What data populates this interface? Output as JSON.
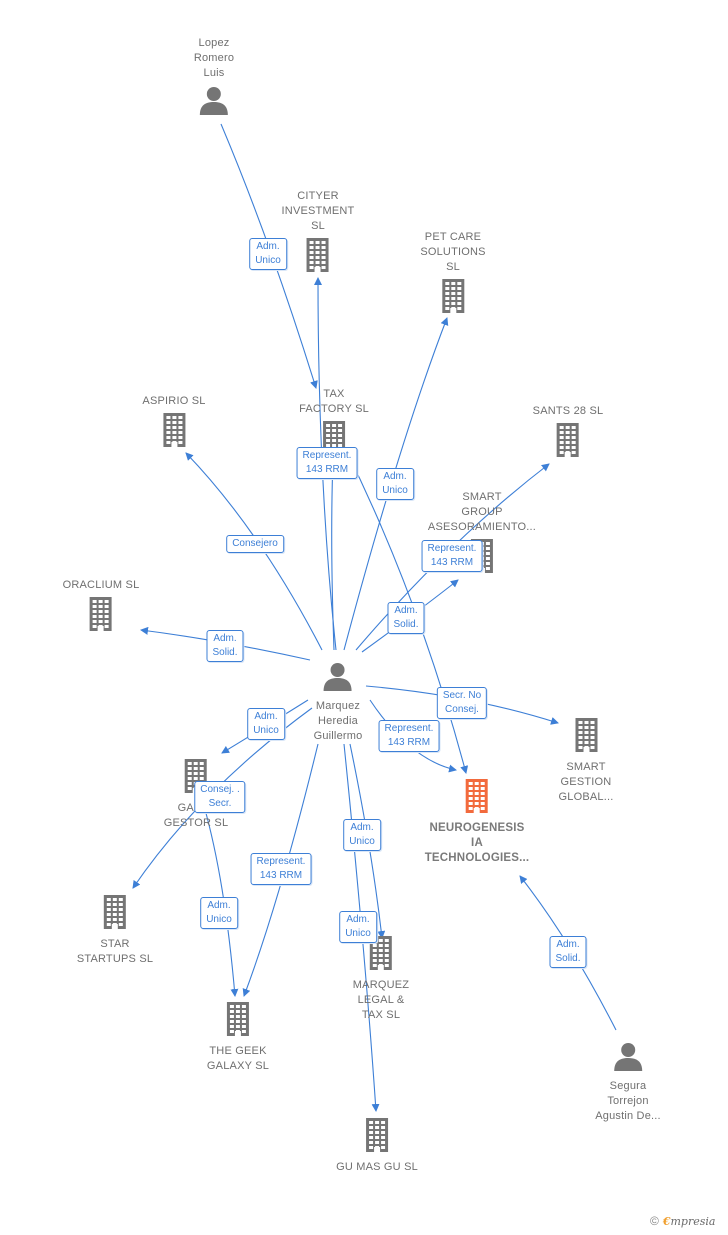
{
  "colors": {
    "edge": "#3d7fd6",
    "node_gray": "#757575",
    "highlight": "#f26a3d",
    "text": "#6f6f6f"
  },
  "icons": {
    "company": "building-icon",
    "person": "person-icon"
  },
  "nodes": [
    {
      "id": "lopez",
      "type": "person",
      "name": "Lopez\nRomero\nLuis"
    },
    {
      "id": "cityer",
      "type": "company",
      "name": "CITYER\nINVESTMENT\nSL"
    },
    {
      "id": "petcare",
      "type": "company",
      "name": "PET CARE\nSOLUTIONS\nSL"
    },
    {
      "id": "aspirio",
      "type": "company",
      "name": "ASPIRIO  SL"
    },
    {
      "id": "taxfactory",
      "type": "company",
      "name": "TAX\nFACTORY  SL"
    },
    {
      "id": "sants28",
      "type": "company",
      "name": "SANTS 28  SL"
    },
    {
      "id": "smartgroup",
      "type": "company",
      "name": "SMART\nGROUP\nASESORAMIENTO..."
    },
    {
      "id": "oraclium",
      "type": "company",
      "name": "ORACLIUM  SL"
    },
    {
      "id": "marquez",
      "type": "person",
      "name": "Marquez\nHeredia\nGuillermo"
    },
    {
      "id": "smartgestion",
      "type": "company",
      "name": "SMART\nGESTION\nGLOBAL..."
    },
    {
      "id": "gabinete",
      "type": "company",
      "name": "GABI...\nGESTOR SL"
    },
    {
      "id": "neuro",
      "type": "company",
      "highlight": true,
      "name": "NEUROGENESIS\nIA\nTECHNOLOGIES..."
    },
    {
      "id": "star",
      "type": "company",
      "name": "STAR\nSTARTUPS  SL"
    },
    {
      "id": "marquezlegal",
      "type": "company",
      "name": "MARQUEZ\nLEGAL &\nTAX SL"
    },
    {
      "id": "geek",
      "type": "company",
      "name": "THE GEEK\nGALAXY  SL"
    },
    {
      "id": "segura",
      "type": "person",
      "name": "Segura\nTorrejon\nAgustin De..."
    },
    {
      "id": "gumas",
      "type": "company",
      "name": "GU MAS GU  SL"
    }
  ],
  "relations": [
    {
      "id": "r1",
      "label": "Adm.\nUnico"
    },
    {
      "id": "r2",
      "label": "Represent.\n143 RRM"
    },
    {
      "id": "r3",
      "label": "Adm.\nUnico"
    },
    {
      "id": "r4",
      "label": "Consejero"
    },
    {
      "id": "r5",
      "label": "Represent.\n143 RRM"
    },
    {
      "id": "r6",
      "label": "Adm.\nSolid."
    },
    {
      "id": "r7",
      "label": "Adm.\nSolid."
    },
    {
      "id": "r8",
      "label": "Secr.  No\nConsej."
    },
    {
      "id": "r9",
      "label": "Adm.\nUnico"
    },
    {
      "id": "r10",
      "label": "Represent.\n143 RRM"
    },
    {
      "id": "r11",
      "label": "Consej. .\nSecr."
    },
    {
      "id": "r12",
      "label": "Adm.\nUnico"
    },
    {
      "id": "r13",
      "label": "Represent.\n143 RRM"
    },
    {
      "id": "r14",
      "label": "Adm.\nUnico"
    },
    {
      "id": "r15",
      "label": "Adm.\nUnico"
    },
    {
      "id": "r16",
      "label": "Adm.\nSolid."
    }
  ],
  "edges": [
    {
      "from": "lopez",
      "to": "taxfactory"
    },
    {
      "from": "marquez",
      "to": "cityer"
    },
    {
      "from": "marquez",
      "to": "petcare"
    },
    {
      "from": "marquez",
      "to": "aspirio"
    },
    {
      "from": "marquez",
      "to": "taxfactory"
    },
    {
      "from": "marquez",
      "to": "sants28"
    },
    {
      "from": "marquez",
      "to": "smartgroup"
    },
    {
      "from": "marquez",
      "to": "oraclium"
    },
    {
      "from": "marquez",
      "to": "smartgestion"
    },
    {
      "from": "marquez",
      "to": "neuro"
    },
    {
      "from": "taxfactory",
      "to": "neuro"
    },
    {
      "from": "marquez",
      "to": "gabinete"
    },
    {
      "from": "marquez",
      "to": "star"
    },
    {
      "from": "marquez",
      "to": "geek"
    },
    {
      "from": "gabinete",
      "to": "geek"
    },
    {
      "from": "marquez",
      "to": "marquezlegal"
    },
    {
      "from": "marquez",
      "to": "gumas"
    },
    {
      "from": "segura",
      "to": "neuro"
    }
  ],
  "brand": {
    "copyright": "©",
    "logo_first": "€",
    "logo_rest": "mpresia"
  }
}
